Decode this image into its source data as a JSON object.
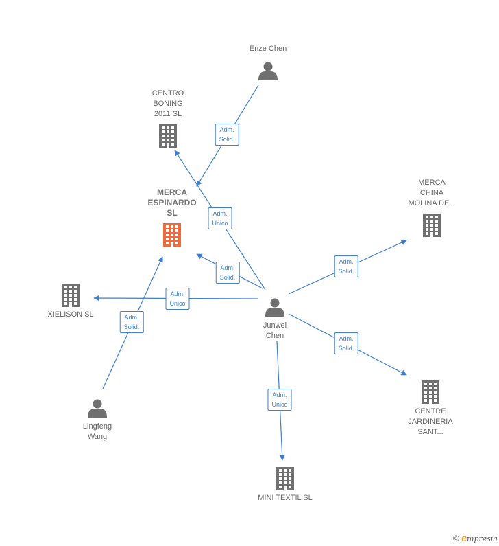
{
  "nodes": [
    {
      "id": "enze",
      "type": "person",
      "lines": [
        "Enze Chen"
      ],
      "color": "#707070",
      "label_side": "above"
    },
    {
      "id": "centro",
      "type": "company",
      "lines": [
        "CENTRO",
        "BONING",
        "2011 SL"
      ],
      "color": "#707070",
      "label_side": "above"
    },
    {
      "id": "merca_esp",
      "type": "company",
      "lines": [
        "MERCA",
        "ESPINARDO",
        "SL"
      ],
      "color": "#f26a3b",
      "label_side": "above",
      "main": true
    },
    {
      "id": "merca_china",
      "type": "company",
      "lines": [
        "MERCA",
        "CHINA",
        "MOLINA DE..."
      ],
      "color": "#707070",
      "label_side": "above"
    },
    {
      "id": "xielison",
      "type": "company",
      "lines": [
        "XIELISON  SL"
      ],
      "color": "#707070",
      "label_side": "below"
    },
    {
      "id": "junwei",
      "type": "person",
      "lines": [
        "Junwei",
        "Chen"
      ],
      "color": "#707070",
      "label_side": "below"
    },
    {
      "id": "lingfeng",
      "type": "person",
      "lines": [
        "Lingfeng",
        "Wang"
      ],
      "color": "#707070",
      "label_side": "below"
    },
    {
      "id": "centre",
      "type": "company",
      "lines": [
        "CENTRE",
        "JARDINERIA",
        "SANT..."
      ],
      "color": "#707070",
      "label_side": "below"
    },
    {
      "id": "mini",
      "type": "company",
      "lines": [
        "MINI TEXTIL SL"
      ],
      "color": "#707070",
      "label_side": "below"
    }
  ],
  "edges": [
    {
      "from": "enze",
      "to": "merca_esp",
      "lines": [
        "Adm.",
        "Solid."
      ]
    },
    {
      "from": "junwei",
      "to": "centro",
      "lines": [
        "Adm.",
        "Unico"
      ]
    },
    {
      "from": "junwei",
      "to": "merca_esp",
      "lines": [
        "Adm.",
        "Solid."
      ]
    },
    {
      "from": "junwei",
      "to": "merca_china",
      "lines": [
        "Adm.",
        "Solid."
      ]
    },
    {
      "from": "junwei",
      "to": "xielison",
      "lines": [
        "Adm.",
        "Unico"
      ]
    },
    {
      "from": "junwei",
      "to": "centre",
      "lines": [
        "Adm.",
        "Solid."
      ]
    },
    {
      "from": "junwei",
      "to": "mini",
      "lines": [
        "Adm.",
        "Unico"
      ]
    },
    {
      "from": "lingfeng",
      "to": "merca_esp",
      "lines": [
        "Adm.",
        "Solid."
      ]
    }
  ],
  "edge_color": "#3d7fd1",
  "footer": {
    "copyright": "©",
    "brand_initial": "e",
    "brand_rest": "mpresia"
  }
}
